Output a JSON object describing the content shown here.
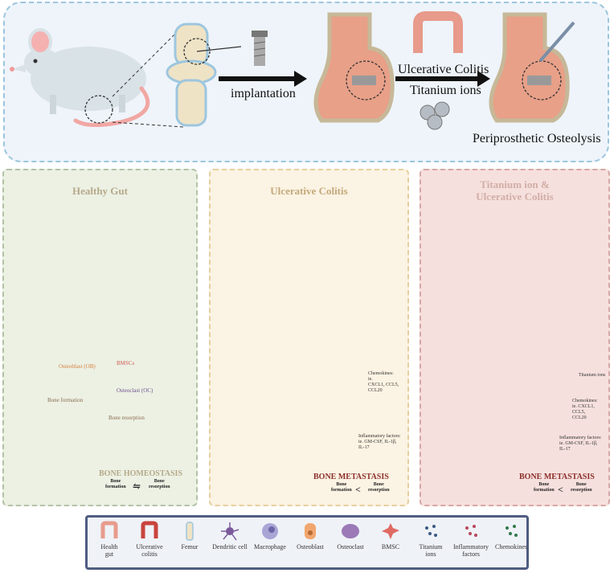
{
  "top": {
    "implantation": "implantation",
    "ulcerative_colitis": "Ulcerative Colitis",
    "titanium_ions": "Titanium ions",
    "outcome": "Periprosthetic Osteolysis"
  },
  "panels": [
    {
      "title": "Healthy Gut",
      "ob_label": "Osteoblast (OB)",
      "bmscs_label": "BMSCs",
      "oc_label": "Osteoclast (OC)",
      "formation_label": "Bone formation",
      "resorption_label": "Bone resorption",
      "state": "BONE HOMEOSTASIS",
      "left_term": "Bone\nformation",
      "relation": "⇋",
      "right_term": "Bone\nresorption"
    },
    {
      "title": "Ulcerative Colitis",
      "chemokines_note": "Chemokines:\nie.\nCXCL1, CCL5,\nCCL20",
      "inflammatory_note": "Inflammatory factors:\nie. GM-CSF, IL-1β,\nIL-17",
      "state": "BONE METASTASIS",
      "left_term": "Bone\nformation",
      "relation": "<",
      "right_term": "Bone\nresorption"
    },
    {
      "title_line1": "Titanium ion &",
      "title_line2": "Ulcerative Colitis",
      "titanium_note": "Titanium ions",
      "chemokines_note": "Chemokines:\nie. CXCL1, CCL5,\nCCL20",
      "inflammatory_note": "Inflammatory factors:\nie. GM-CSF, IL-1β,\nIL-17",
      "state": "BONE METASTASIS",
      "left_term": "Bone\nformation",
      "relation": "<",
      "right_term": "Bone\nresorption"
    }
  ],
  "legend": [
    {
      "label": "Health\ngut",
      "icon": "healthy-gut-icon"
    },
    {
      "label": "Ulcerative\ncolitis",
      "icon": "colitis-gut-icon"
    },
    {
      "label": "Femur",
      "icon": "femur-icon"
    },
    {
      "label": "Dendritic cell",
      "icon": "dendritic-cell-icon"
    },
    {
      "label": "Macrophage",
      "icon": "macrophage-icon"
    },
    {
      "label": "Osteoblast",
      "icon": "osteoblast-icon"
    },
    {
      "label": "Osteoclast",
      "icon": "osteoclast-icon"
    },
    {
      "label": "BMSC",
      "icon": "bmsc-icon"
    },
    {
      "label": "Titanium\nions",
      "icon": "titanium-ions-icon"
    },
    {
      "label": "Inflammatory\nfactors",
      "icon": "inflammatory-factors-icon"
    },
    {
      "label": "Chemokines",
      "icon": "chemokines-icon"
    }
  ],
  "colors": {
    "bone_pink": "#e8a088",
    "bone_dark": "#d27a63",
    "gut_healthy": "#e79c8d",
    "gut_inflamed": "#c8443d",
    "dendritic": "#7a5a9c",
    "macrophage": "#a9a6d6",
    "osteoblast": "#f1a66f",
    "osteoclast": "#9b7ab7",
    "bmsc": "#e06a64",
    "titanium": "#3b5a84",
    "inflammatory": "#b8485c",
    "chemokine": "#2f7a4a"
  }
}
